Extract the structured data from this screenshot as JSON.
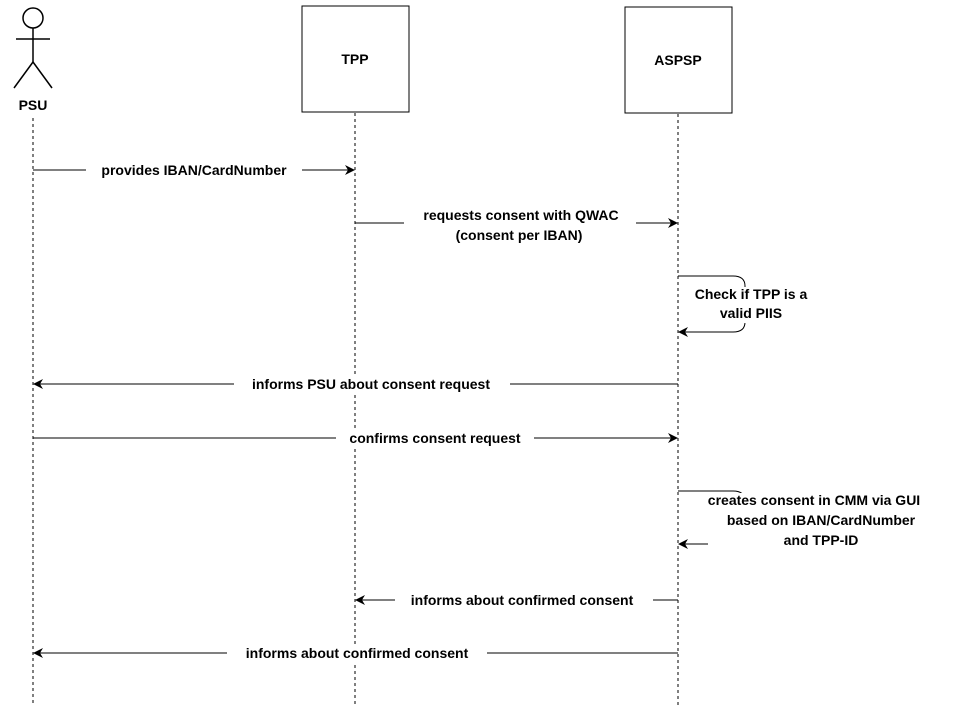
{
  "participants": {
    "psu": {
      "label": "PSU"
    },
    "tpp": {
      "label": "TPP"
    },
    "aspsp": {
      "label": "ASPSP"
    }
  },
  "messages": {
    "m1": "provides IBAN/CardNumber",
    "m2": {
      "line1": "requests consent with QWAC",
      "line2": "(consent per IBAN)"
    },
    "m3": {
      "line1": "Check if TPP is a",
      "line2": "valid PIIS"
    },
    "m4": "informs PSU about consent request",
    "m5": "confirms consent request",
    "m6": {
      "line1": "creates consent in CMM via GUI",
      "line2": "based on IBAN/CardNumber",
      "line3": "and TPP-ID"
    },
    "m7": "informs about confirmed consent",
    "m8": "informs about confirmed consent"
  }
}
